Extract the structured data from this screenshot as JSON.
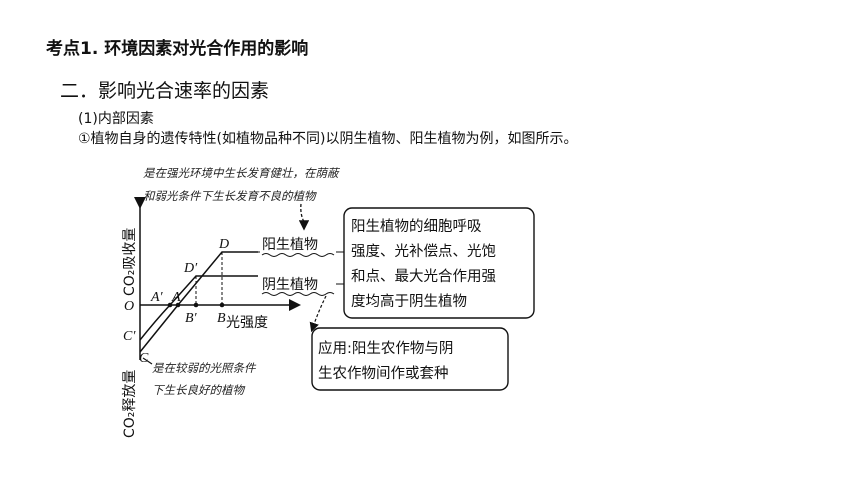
{
  "page": {
    "title": "考点1. 环境因素对光合作用的影响",
    "section_heading": "二．影响光合速率的因素",
    "sub_heading": "(1)内部因素",
    "description": "①植物自身的遗传特性(如植物品种不同)以阴生植物、阳生植物为例，如图所示。"
  },
  "figure": {
    "note_top_line1": "是在强光环境中生长发育健壮，在荫蔽",
    "note_top_line2": "和弱光条件下生长发育不良的植物",
    "note_bottom_line1": "是在较弱的光照条件",
    "note_bottom_line2": "下生长良好的植物",
    "y_axis_upper_label": "CO₂吸收量",
    "y_axis_lower_label": "CO₂释放量",
    "x_axis_label": "光强度",
    "origin_label": "O",
    "sun_plant_label": "阳生植物",
    "shade_plant_label": "阴生植物",
    "point_labels": {
      "D": "D",
      "D_prime": "D′",
      "A_prime": "A′",
      "A": "A",
      "B_prime": "B′",
      "B": "B",
      "C_prime": "C′",
      "C": "C"
    },
    "box_sun_lines": [
      "阳生植物的细胞呼吸",
      "强度、光补偿点、光饱",
      "和点、最大光合作用强",
      "度均高于阴生植物"
    ],
    "box_app_lines": [
      "应用:阳生农作物与阴",
      "生农作物间作或套种"
    ],
    "colors": {
      "ink": "#111111",
      "background": "#ffffff"
    }
  }
}
